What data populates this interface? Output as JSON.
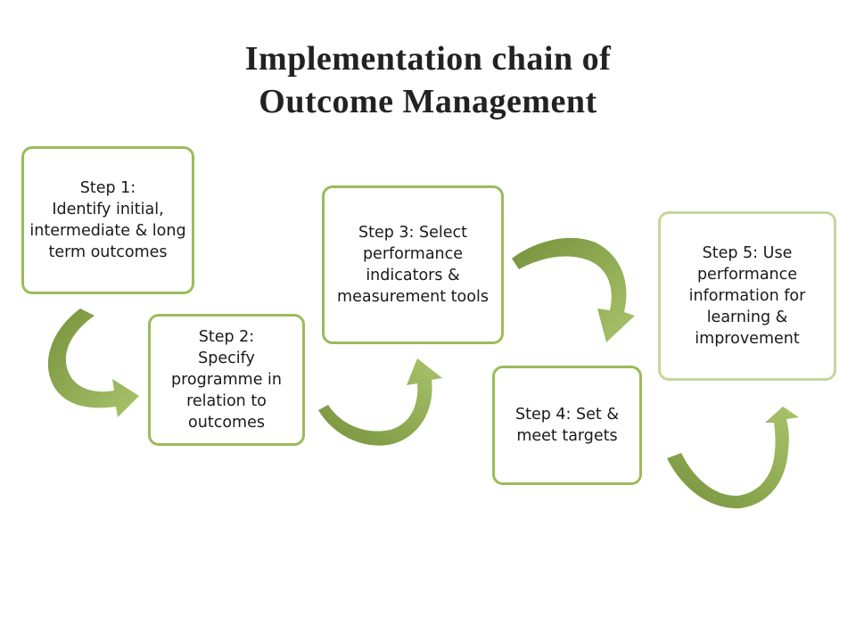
{
  "title": {
    "line1": "Implementation chain of",
    "line2": "Outcome Management"
  },
  "steps": [
    {
      "text": "Step 1:\nIdentify initial, intermediate & long term outcomes"
    },
    {
      "text": "Step 2:\nSpecify programme in relation to outcomes"
    },
    {
      "text": "Step 3: Select performance indicators & measurement tools"
    },
    {
      "text": "Step 4: Set & meet targets"
    },
    {
      "text": "Step 5: Use performance information for learning  & improvement"
    }
  ],
  "colors": {
    "arrow_dark": "#76923c",
    "arrow_light": "#9bbb59",
    "box_border": "#9bbb59",
    "box_border_last": "#c4d79b"
  }
}
